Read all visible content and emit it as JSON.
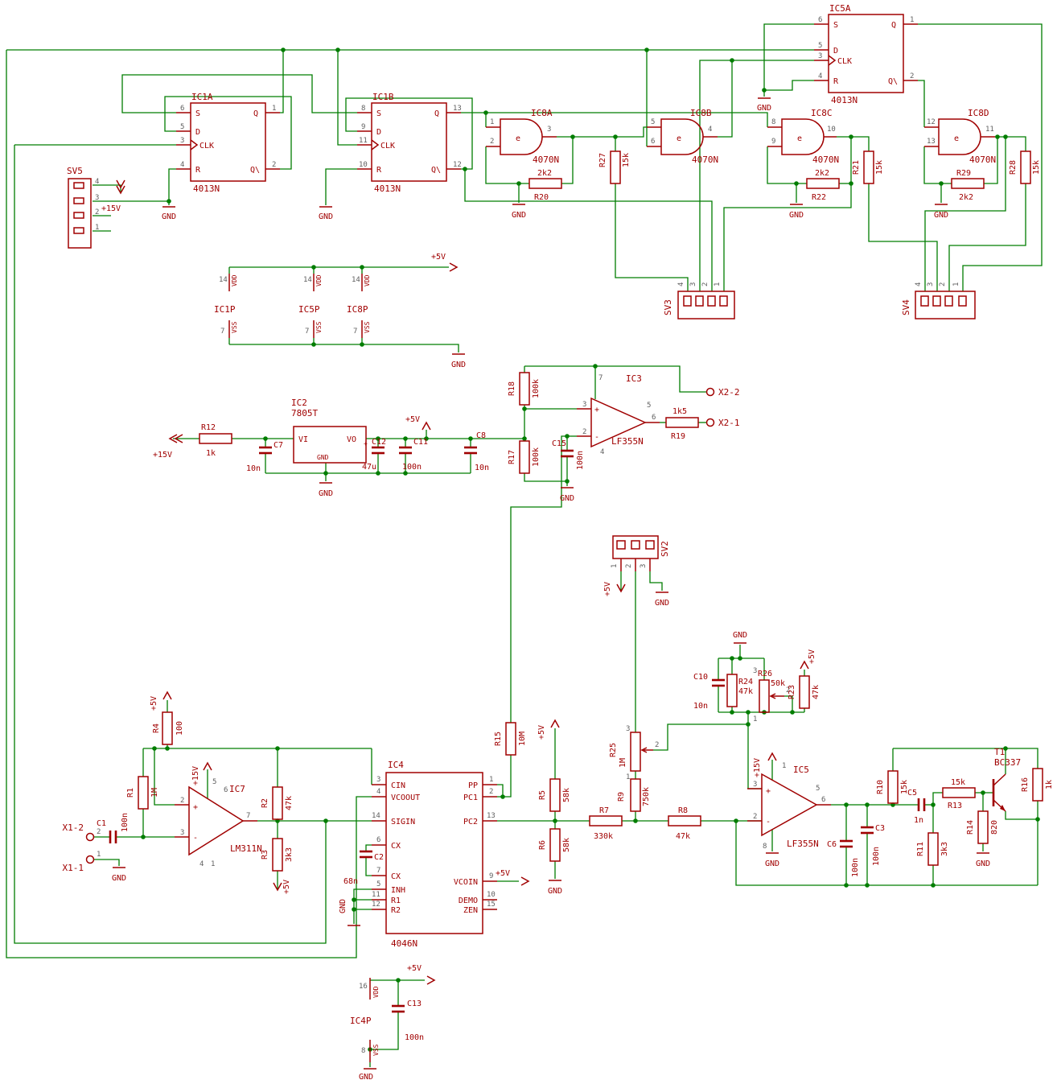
{
  "s": {
    "gnd": "GND",
    "p5": "+5V",
    "p15": "+15V",
    "vdd": "VDD",
    "vss": "VSS",
    "plus": "+",
    "minus": "-",
    "n1": "1",
    "n2": "2",
    "n3": "3"
  },
  "ffp": {
    "s": "S",
    "d": "D",
    "clk": "CLK",
    "r": "R",
    "q": "Q",
    "qb": "Q\\"
  },
  "ff": {
    "ic1a": {
      "n": "IC1A",
      "v": "4013N",
      "ps": "6",
      "pd": "5",
      "pc": "3",
      "pr": "4",
      "pq": "1",
      "pqb": "2"
    },
    "ic1b": {
      "n": "IC1B",
      "v": "4013N",
      "ps": "8",
      "pd": "9",
      "pc": "11",
      "pr": "10",
      "pq": "13",
      "pqb": "12"
    },
    "ic5a": {
      "n": "IC5A",
      "v": "4013N",
      "ps": "6",
      "pd": "5",
      "pc": "3",
      "pr": "4",
      "pq": "1",
      "pqb": "2"
    }
  },
  "g": {
    "sym": "e",
    "a": {
      "n": "IC8A",
      "v": "4070N",
      "i1": "1",
      "i2": "2",
      "o": "3"
    },
    "b": {
      "n": "IC8B",
      "v": "4070N",
      "i1": "5",
      "i2": "6",
      "o": "4"
    },
    "c": {
      "n": "IC8C",
      "v": "4070N",
      "i1": "8",
      "i2": "9",
      "o": "10"
    },
    "d": {
      "n": "IC8D",
      "v": "4070N",
      "i1": "12",
      "i2": "13",
      "o": "11"
    }
  },
  "r": {
    "r1": {
      "n": "R1",
      "v": "1M"
    },
    "r2": {
      "n": "R2",
      "v": "47k"
    },
    "r3": {
      "n": "R3",
      "v": "3k3"
    },
    "r4": {
      "n": "R4",
      "v": "100"
    },
    "r5": {
      "n": "R5",
      "v": "58k"
    },
    "r6": {
      "n": "R6",
      "v": "58k"
    },
    "r7": {
      "n": "R7",
      "v": "330k"
    },
    "r8": {
      "n": "R8",
      "v": "47k"
    },
    "r9": {
      "n": "R9",
      "v": "750k"
    },
    "r10": {
      "n": "R10",
      "v": "15k"
    },
    "r11": {
      "n": "R11",
      "v": "3k3"
    },
    "r12": {
      "n": "R12",
      "v": "1k"
    },
    "r13": {
      "n": "R13",
      "v": "15k"
    },
    "r14": {
      "n": "R14",
      "v": "820"
    },
    "r15": {
      "n": "R15",
      "v": "10M"
    },
    "r16": {
      "n": "R16",
      "v": "1k"
    },
    "r17": {
      "n": "R17",
      "v": "100k"
    },
    "r18": {
      "n": "R18",
      "v": "100k"
    },
    "r19": {
      "n": "R19",
      "v": "1k5"
    },
    "r20": {
      "n": "R20",
      "v": "2k2"
    },
    "r21": {
      "n": "R21",
      "v": "15k"
    },
    "r22": {
      "n": "R22",
      "v": "2k2"
    },
    "r23": {
      "n": "R23",
      "v": "47k"
    },
    "r24": {
      "n": "R24",
      "v": "47k"
    },
    "r25": {
      "n": "R25",
      "v": "1M"
    },
    "r26": {
      "n": "R26",
      "v": "50k"
    },
    "r27": {
      "n": "R27",
      "v": "15k"
    },
    "r28": {
      "n": "R28",
      "v": "15k"
    },
    "r29": {
      "n": "R29",
      "v": "2k2"
    }
  },
  "c": {
    "c1": {
      "n": "C1",
      "v": "100n"
    },
    "c2": {
      "n": "C2",
      "v": "68n"
    },
    "c3": {
      "n": "C3",
      "v": "100n"
    },
    "c5": {
      "n": "C5",
      "v": "1n"
    },
    "c6": {
      "n": "C6",
      "v": "100n"
    },
    "c7": {
      "n": "C7",
      "v": "10n"
    },
    "c8": {
      "n": "C8",
      "v": "10n"
    },
    "c10": {
      "n": "C10",
      "v": "10n"
    },
    "c11": {
      "n": "C11",
      "v": "100n"
    },
    "c12": {
      "n": "C12",
      "v": "47u"
    },
    "c13": {
      "n": "C13",
      "v": "100n"
    },
    "c15": {
      "n": "C15",
      "v": "100n"
    }
  },
  "ic2": {
    "n": "IC2",
    "v": "7805T",
    "vi": "VI",
    "vo": "VO",
    "gnd": "GND"
  },
  "ic3": {
    "n": "IC3",
    "v": "LF355N",
    "pp": "3",
    "pm": "2",
    "po": "6",
    "p7": "7",
    "p4": "4",
    "p5": "5"
  },
  "ic5o": {
    "n": "IC5",
    "v": "LF355N",
    "pp": "3",
    "pm": "2",
    "po": "6",
    "p5": "5",
    "p8": "8",
    "p1": "1"
  },
  "ic7": {
    "n": "IC7",
    "v": "LM311N",
    "pp": "2",
    "pm": "3",
    "po": "7",
    "p5": "5",
    "p6": "6",
    "p1": "1",
    "p4": "4"
  },
  "ic4": {
    "n": "IC4",
    "v": "4046N",
    "left": [
      {
        "p": "3",
        "l": "CIN"
      },
      {
        "p": "4",
        "l": "VCOOUT"
      },
      {
        "p": "14",
        "l": "SIGIN"
      },
      {
        "p": "6",
        "l": "CX"
      },
      {
        "p": "7",
        "l": "CX"
      },
      {
        "p": "5",
        "l": "INH"
      },
      {
        "p": "11",
        "l": "R1"
      },
      {
        "p": "12",
        "l": "R2"
      }
    ],
    "right": [
      {
        "p": "1",
        "l": "PP"
      },
      {
        "p": "2",
        "l": "PC1"
      },
      {
        "p": "13",
        "l": "PC2"
      },
      {
        "p": "9",
        "l": "VCOIN"
      },
      {
        "p": "10",
        "l": "DEMO"
      },
      {
        "p": "15",
        "l": "ZEN"
      }
    ]
  },
  "t1": {
    "n": "T1",
    "v": "BC337"
  },
  "pw": {
    "ic1p": "IC1P",
    "ic5p": "IC5P",
    "ic8p": "IC8P",
    "ic4p": "IC4P",
    "p14": "14",
    "p7": "7",
    "p16": "16",
    "p8": "8"
  },
  "sv": {
    "sv2": {
      "n": "SV2",
      "p": [
        "1",
        "2",
        "3"
      ]
    },
    "sv3": {
      "n": "SV3",
      "p": [
        "4",
        "3",
        "2",
        "1"
      ]
    },
    "sv4": {
      "n": "SV4",
      "p": [
        "4",
        "3",
        "2",
        "1"
      ]
    },
    "sv5": {
      "n": "SV5",
      "p": [
        "4",
        "3",
        "2",
        "1"
      ]
    }
  },
  "x": {
    "x11": "X1-1",
    "x12": "X1-2",
    "x21": "X2-1",
    "x22": "X2-2",
    "n1": "1",
    "n2": "2"
  }
}
